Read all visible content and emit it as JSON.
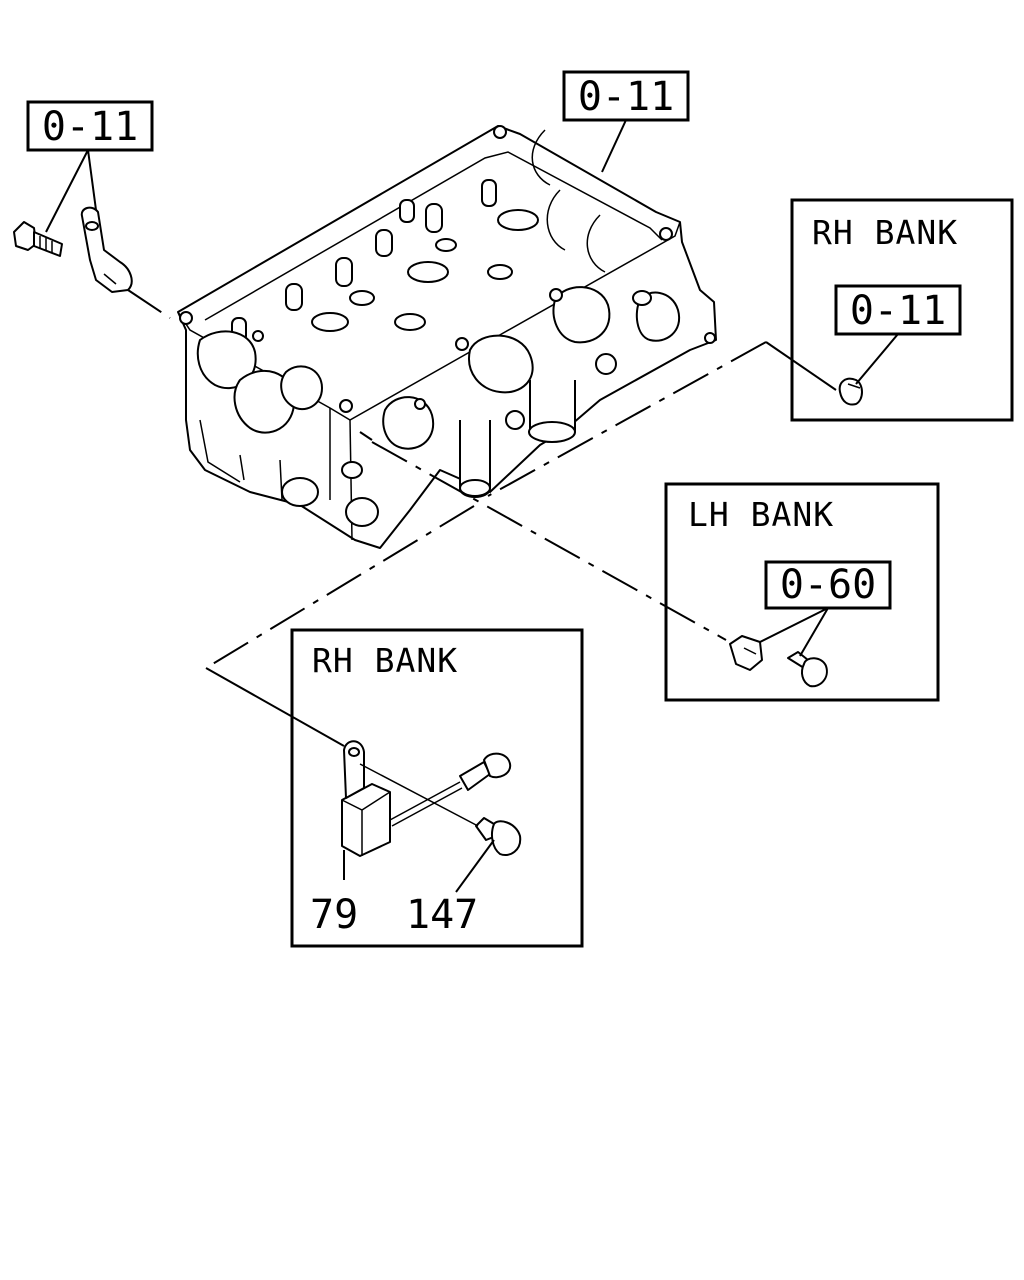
{
  "callouts": {
    "top_left_ref": "0-11",
    "top_center_ref": "0-11",
    "rh_bank_top_ref": "0-11",
    "lh_bank_ref": "0-60"
  },
  "boxes": {
    "rh_bank_top_title": "RH BANK",
    "lh_bank_title": "LH BANK",
    "rh_bank_bottom_title": "RH BANK"
  },
  "parts": {
    "knock_sensor_number": "79",
    "bolt_number": "147"
  }
}
